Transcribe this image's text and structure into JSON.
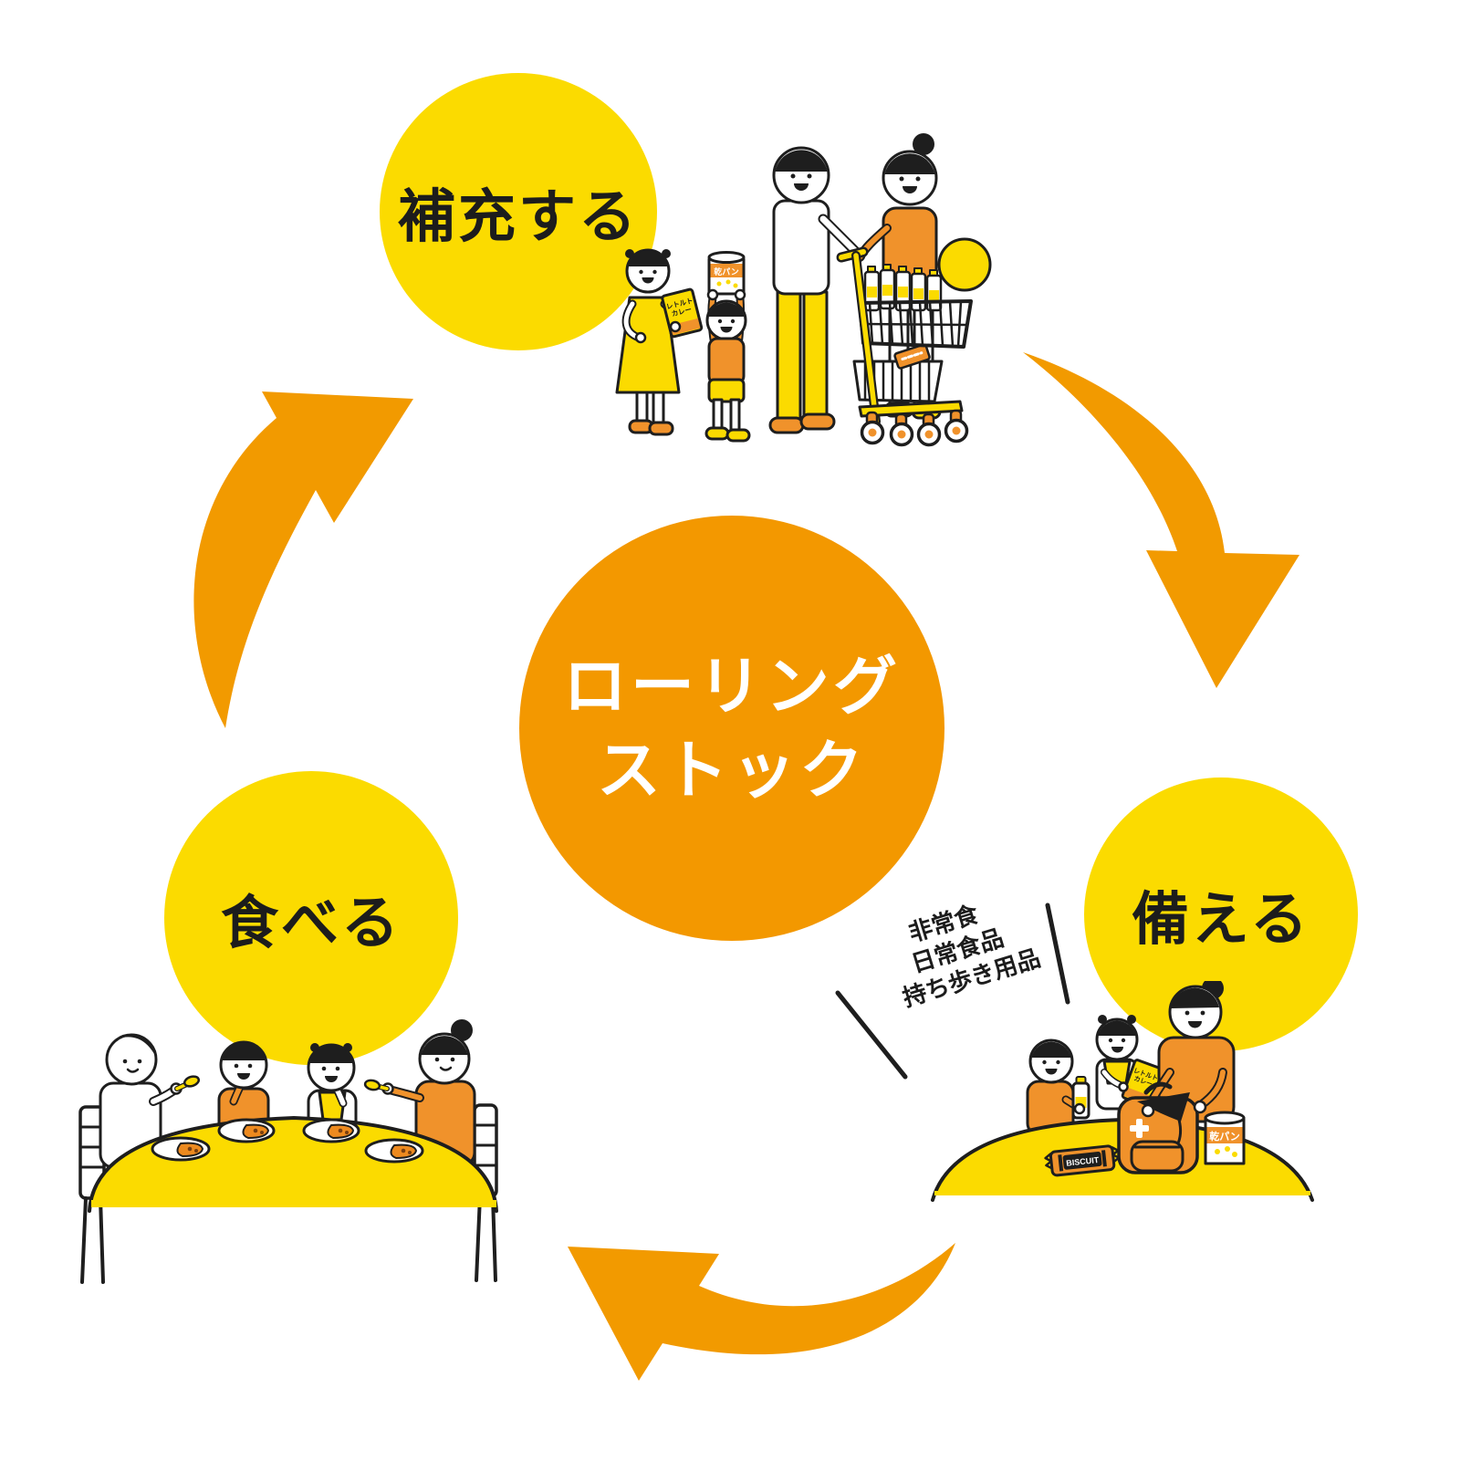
{
  "diagram": {
    "center": {
      "line1": "ローリング",
      "line2": "ストック"
    },
    "steps": [
      {
        "id": "replenish",
        "label": "補充する"
      },
      {
        "id": "prepare",
        "label": "備える"
      },
      {
        "id": "eat",
        "label": "食べる"
      }
    ],
    "annotation": {
      "lines": [
        "非常食",
        "日常食品",
        "持ち歩き用品"
      ]
    },
    "products": {
      "retort_line1": "レトルト",
      "retort_line2": "カレー",
      "kanpan": "乾パン",
      "biscuit": "BISCUIT"
    },
    "colors": {
      "cycle_yellow": "#FBDB00",
      "center_orange": "#F39800",
      "arrow_orange": "#F29A00",
      "clothing_orange": "#F0922B",
      "outline_black": "#1E1E1E",
      "label_black": "#1C1C1C",
      "white": "#FFFFFF"
    }
  }
}
